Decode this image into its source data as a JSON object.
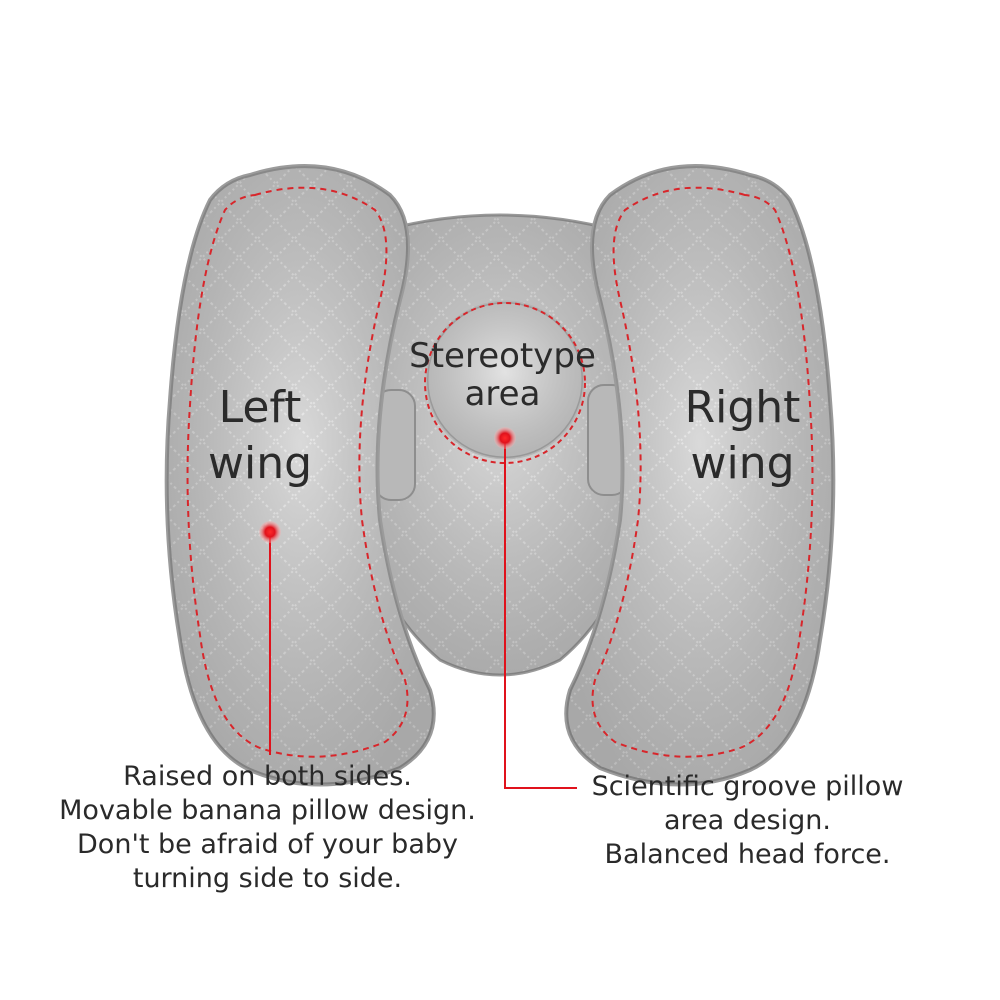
{
  "labels": {
    "left_wing": [
      "Left",
      "wing"
    ],
    "right_wing": [
      "Right",
      "wing"
    ],
    "center": [
      "Stereotype",
      "area"
    ]
  },
  "captions": {
    "left": [
      "Raised on both sides.",
      "Movable banana pillow design.",
      "Don't be afraid of your baby",
      "turning side to side."
    ],
    "right": [
      "Scientific groove pillow",
      "area design.",
      "Balanced head force."
    ]
  },
  "colors": {
    "pillow": "#cfcfcf",
    "pillow_dark": "#a9a9a9",
    "stitch": "#d8262b",
    "callout": "#e0121c"
  }
}
